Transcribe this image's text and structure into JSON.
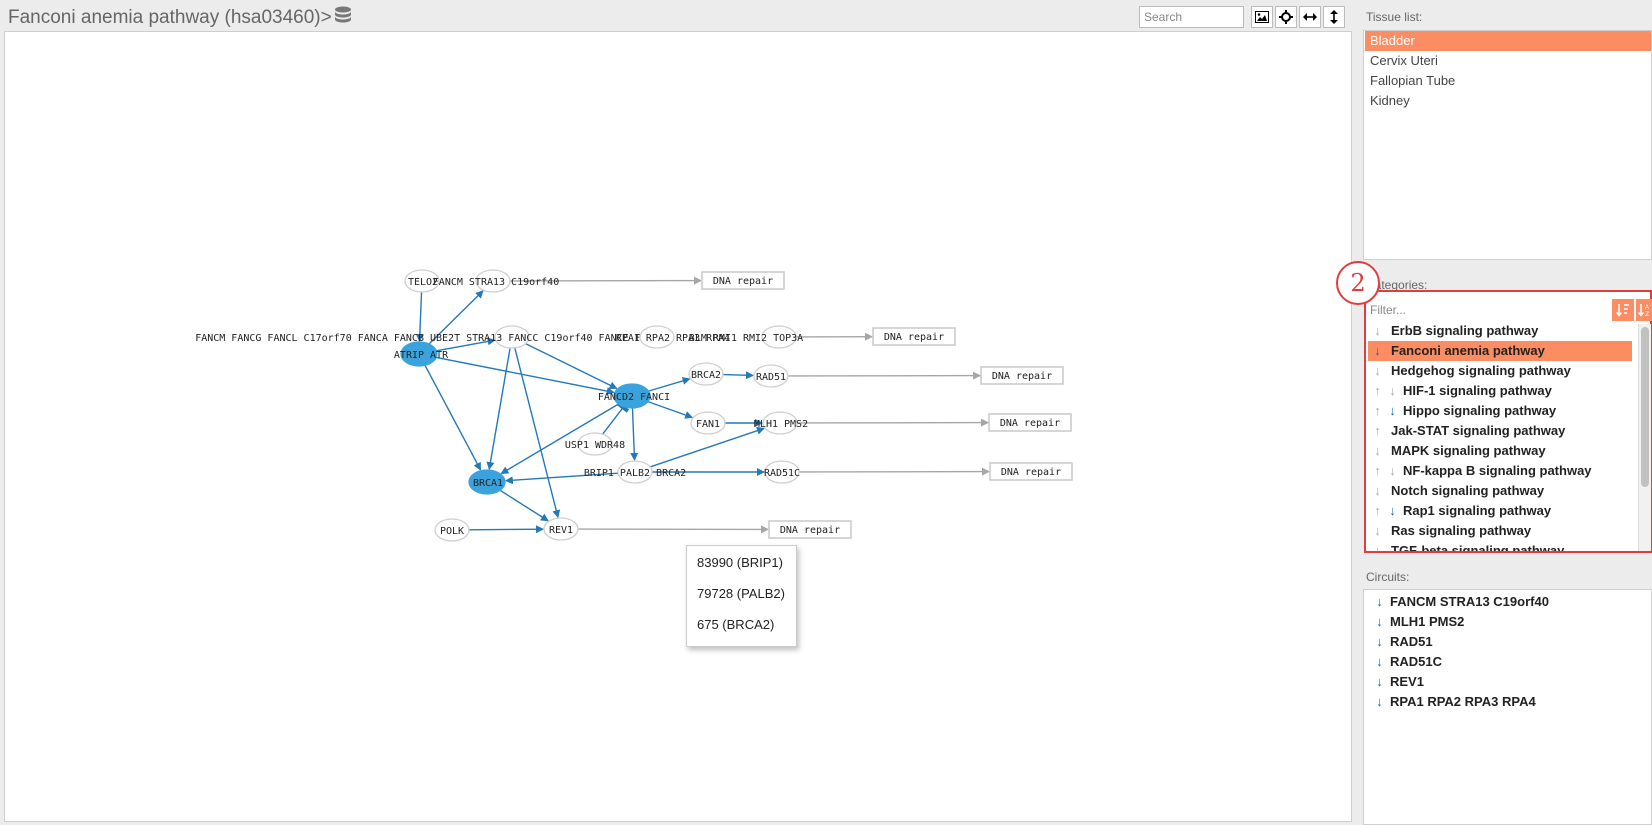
{
  "header": {
    "title": "Fanconi anemia pathway (hsa03460)>",
    "search_placeholder": "Search"
  },
  "colors": {
    "node_fill": "#3aa3de",
    "edge": "#2479b8",
    "output_edge": "#a6a6a6",
    "selected": "#fc8d62",
    "badge": "#e23d3d",
    "down_arrow": "#1b6ab5"
  },
  "icons": {
    "toolbar": [
      "image-icon",
      "crosshair-icon",
      "arrows-horizontal-icon",
      "arrows-vertical-icon"
    ],
    "database": "database-icon",
    "sort": [
      "sort-numeric-icon",
      "sort-alpha-icon"
    ]
  },
  "graph": {
    "nodes": [
      {
        "id": "telo2",
        "label": "TELO2",
        "filled": false
      },
      {
        "id": "fancm_top",
        "label": "FANCM STRA13 C19orf40",
        "filled": false
      },
      {
        "id": "fa_core",
        "label": "FANCM FANCG FANCL C17orf70 FANCA FANCB UBE2T STRA13 FANCC C19orf40 FANCE FANCF",
        "filled": false
      },
      {
        "id": "atrip_atr",
        "label": "ATRIP ATR",
        "filled": true
      },
      {
        "id": "rpa",
        "label": "RPA1 RPA2 RPA3 RPA4",
        "filled": false
      },
      {
        "id": "blm",
        "label": "BLM RMI1 RMI2 TOP3A",
        "filled": false
      },
      {
        "id": "brca2_top",
        "label": "BRCA2",
        "filled": false
      },
      {
        "id": "rad51",
        "label": "RAD51",
        "filled": false
      },
      {
        "id": "fancd2",
        "label": "FANCD2 FANCI",
        "filled": true
      },
      {
        "id": "fan1",
        "label": "FAN1",
        "filled": false
      },
      {
        "id": "mlh1",
        "label": "MLH1 PMS2",
        "filled": false
      },
      {
        "id": "usp1",
        "label": "USP1 WDR48",
        "filled": false
      },
      {
        "id": "brca1",
        "label": "BRCA1",
        "filled": true
      },
      {
        "id": "brip1",
        "label": "BRIP1 PALB2 BRCA2",
        "filled": false
      },
      {
        "id": "rad51c",
        "label": "RAD51C",
        "filled": false
      },
      {
        "id": "polk",
        "label": "POLK",
        "filled": false
      },
      {
        "id": "rev1",
        "label": "REV1",
        "filled": false
      }
    ],
    "outputs": [
      {
        "id": "out1",
        "label": "DNA repair"
      },
      {
        "id": "out2",
        "label": "DNA repair"
      },
      {
        "id": "out3",
        "label": "DNA repair"
      },
      {
        "id": "out4",
        "label": "DNA repair"
      },
      {
        "id": "out5",
        "label": "DNA repair"
      },
      {
        "id": "out6",
        "label": "DNA repair"
      }
    ]
  },
  "tooltip": {
    "items": [
      "83990 (BRIP1)",
      "79728 (PALB2)",
      "675 (BRCA2)"
    ]
  },
  "tissue": {
    "label": "Tissue list:",
    "items": [
      {
        "name": "Bladder",
        "selected": true
      },
      {
        "name": "Cervix Uteri",
        "selected": false
      },
      {
        "name": "Fallopian Tube",
        "selected": false
      },
      {
        "name": "Kidney",
        "selected": false
      }
    ]
  },
  "categories": {
    "label": "Categories:",
    "filter_placeholder": "Filter...",
    "badge": "2",
    "items": [
      {
        "name": "ErbB signaling pathway",
        "arrows": [
          "grey-down"
        ],
        "selected": false
      },
      {
        "name": "Fanconi anemia pathway",
        "arrows": [
          "blue-down"
        ],
        "selected": true
      },
      {
        "name": "Hedgehog signaling pathway",
        "arrows": [
          "grey-down"
        ],
        "selected": false
      },
      {
        "name": "HIF-1 signaling pathway",
        "arrows": [
          "grey-up",
          "grey-down"
        ],
        "selected": false
      },
      {
        "name": "Hippo signaling pathway",
        "arrows": [
          "grey-up",
          "blue-down"
        ],
        "selected": false
      },
      {
        "name": "Jak-STAT signaling pathway",
        "arrows": [
          "grey-up"
        ],
        "selected": false
      },
      {
        "name": "MAPK signaling pathway",
        "arrows": [
          "grey-down"
        ],
        "selected": false
      },
      {
        "name": "NF-kappa B signaling pathway",
        "arrows": [
          "grey-up",
          "grey-down"
        ],
        "selected": false
      },
      {
        "name": "Notch signaling pathway",
        "arrows": [
          "grey-down"
        ],
        "selected": false
      },
      {
        "name": "Rap1 signaling pathway",
        "arrows": [
          "grey-up",
          "blue-down"
        ],
        "selected": false
      },
      {
        "name": "Ras signaling pathway",
        "arrows": [
          "grey-down"
        ],
        "selected": false
      },
      {
        "name": "TGF-beta signaling pathway",
        "arrows": [
          "grey-down"
        ],
        "selected": false
      }
    ]
  },
  "circuits": {
    "label": "Circuits:",
    "items": [
      "FANCM STRA13 C19orf40",
      "MLH1 PMS2",
      "RAD51",
      "RAD51C",
      "REV1",
      "RPA1 RPA2 RPA3 RPA4"
    ]
  }
}
